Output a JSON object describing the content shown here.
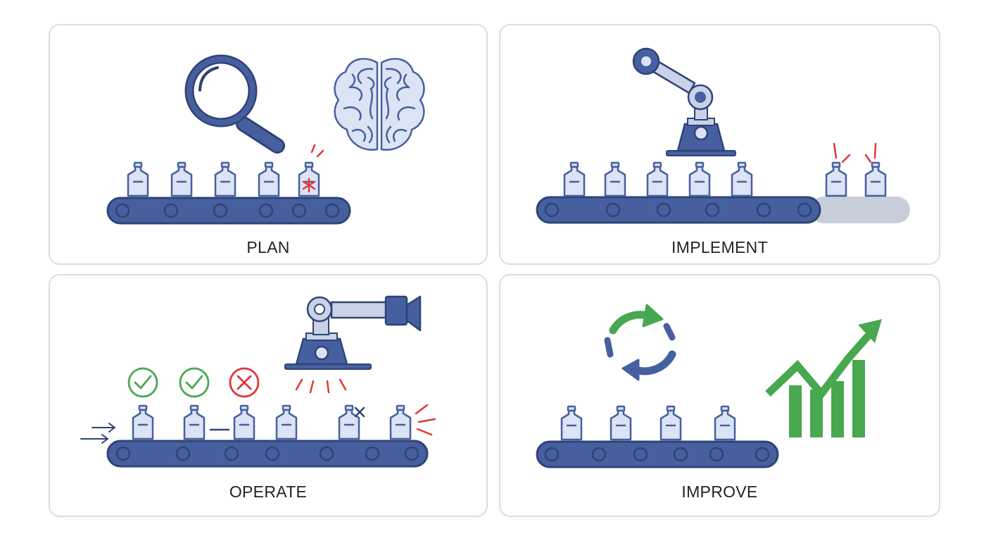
{
  "colors": {
    "primary": "#46609f",
    "primary_light": "#dbe3f4",
    "outline": "#2f4377",
    "metal": "#c9d2e6",
    "defect_red": "#e0373a",
    "success_green": "#48a84f",
    "belt_extension": "#c7ced9",
    "panel_border": "#dcdde2"
  },
  "panels": {
    "plan": {
      "label": "PLAN",
      "icons": [
        "magnifying-glass-icon",
        "brain-icon",
        "conveyor-belt-icon",
        "bottle-icon",
        "defect-spark-icon"
      ]
    },
    "implement": {
      "label": "IMPLEMENT",
      "icons": [
        "robot-arm-icon",
        "conveyor-belt-icon",
        "bottle-icon",
        "alert-lines-icon"
      ]
    },
    "operate": {
      "label": "OPERATE",
      "icons": [
        "robot-camera-icon",
        "check-circle-icon",
        "x-circle-icon",
        "arrow-right-icon",
        "conveyor-belt-icon",
        "bottle-icon"
      ]
    },
    "improve": {
      "label": "IMPROVE",
      "icons": [
        "refresh-cycle-icon",
        "growth-chart-icon",
        "conveyor-belt-icon",
        "bottle-icon"
      ]
    }
  }
}
